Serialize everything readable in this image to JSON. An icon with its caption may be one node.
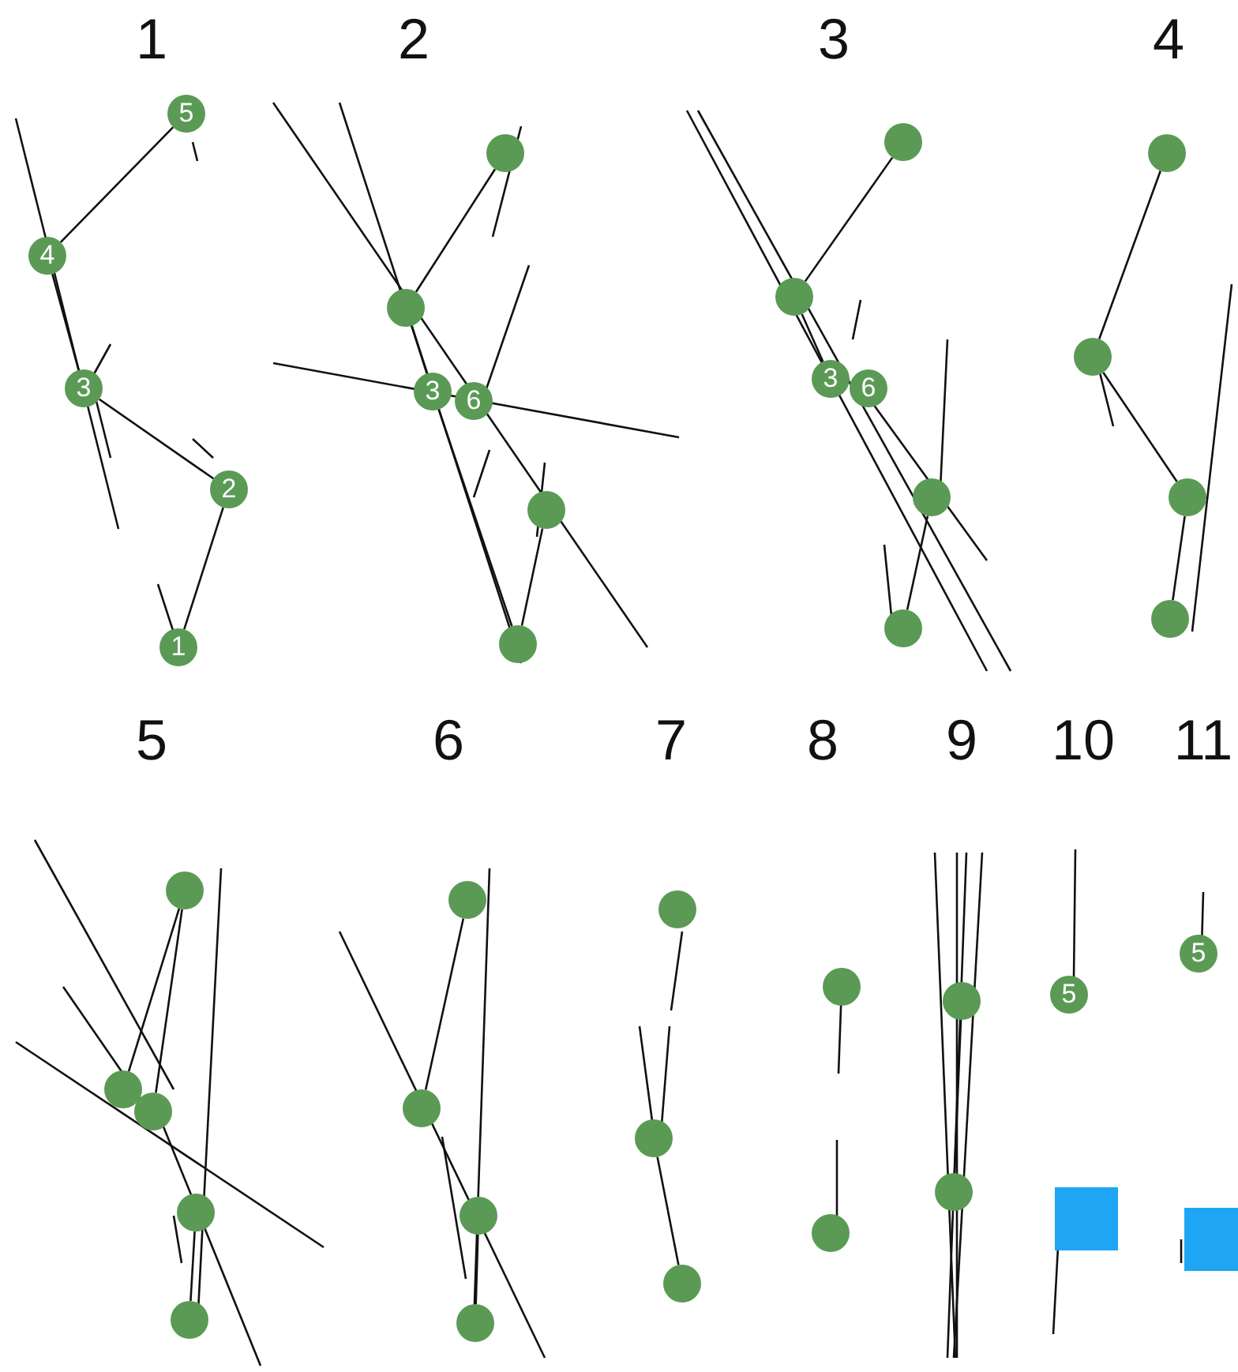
{
  "diagram": {
    "nodes": [
      {
        "text": [
          "5"
        ]
      },
      {
        "text": [
          "4"
        ]
      },
      {
        "text": [
          "3"
        ]
      },
      {
        "text": [
          "2"
        ]
      },
      {
        "text": [
          "1"
        ]
      },
      {
        "text": [],
        "shape": "circle"
      },
      {
        "text": [],
        "shape": "circle"
      },
      {
        "text": [
          "3"
        ]
      },
      {
        "text": [
          "6"
        ]
      },
      {
        "text": [],
        "shape": "circle"
      },
      {
        "text": [],
        "shape": "circle"
      },
      {
        "text": [],
        "shape": "circle"
      },
      {
        "text": [],
        "shape": "circle"
      },
      {
        "text": [
          "3"
        ]
      },
      {
        "text": [
          "6"
        ]
      },
      {
        "text": [],
        "shape": "circle"
      },
      {
        "text": [],
        "shape": "circle"
      },
      {
        "text": [],
        "shape": "circle"
      },
      {
        "text": [],
        "shape": "circle"
      },
      {
        "text": [],
        "shape": "circle"
      },
      {
        "text": [],
        "shape": "circle"
      },
      {
        "text": [],
        "shape": "circle"
      },
      {
        "text": [],
        "shape": "circle"
      },
      {
        "text": [],
        "shape": "circle"
      },
      {
        "text": [],
        "shape": "circle"
      },
      {
        "text": [],
        "shape": "circle"
      },
      {
        "text": [],
        "shape": "circle"
      },
      {
        "text": [],
        "shape": "circle"
      },
      {
        "text": [],
        "shape": "circle"
      },
      {
        "text": [],
        "shape": "circle"
      },
      {
        "text": [],
        "shape": "circle"
      },
      {
        "text": [],
        "shape": "circle"
      },
      {
        "text": [],
        "shape": "circle"
      },
      {
        "text": [],
        "shape": "circle"
      },
      {
        "text": [],
        "shape": "circle"
      },
      {
        "text": [],
        "shape": "circle"
      },
      {
        "text": [],
        "shape": "circle"
      },
      {
        "text": [
          "5"
        ]
      },
      {
        "text": [],
        "shape": "box"
      },
      {
        "text": [
          "5"
        ]
      },
      {
        "text": [],
        "shape": "box"
      }
    ],
    "edges": [
      {
        "from": 0,
        "to": 1,
        "arrow": "none"
      },
      {
        "from": 1,
        "to": 2,
        "arrow": "none"
      },
      {
        "from": 2,
        "to": 3,
        "arrow": "none"
      },
      {
        "from": 3,
        "to": 4,
        "arrow": "none"
      },
      {
        "from": 5,
        "to": 6,
        "arrow": "none"
      },
      {
        "from": 6,
        "to": 7,
        "arrow": "none"
      },
      {
        "from": 7,
        "to": 10,
        "arrow": "none"
      },
      {
        "from": 10,
        "to": 9,
        "arrow": "none"
      },
      {
        "from": 11,
        "to": 12,
        "arrow": "none"
      },
      {
        "from": 12,
        "to": 13,
        "arrow": "none"
      },
      {
        "from": 16,
        "to": 15,
        "arrow": "none"
      },
      {
        "from": 17,
        "to": 18,
        "arrow": "none"
      },
      {
        "from": 18,
        "to": 19,
        "arrow": "none"
      },
      {
        "from": 20,
        "to": 19,
        "arrow": "none"
      },
      {
        "from": 21,
        "to": 22,
        "arrow": "none"
      },
      {
        "from": 21,
        "to": 23,
        "arrow": "none"
      },
      {
        "from": 25,
        "to": 24,
        "arrow": "none"
      },
      {
        "from": 26,
        "to": 27,
        "arrow": "none"
      },
      {
        "from": 29,
        "to": 28,
        "arrow": "none"
      },
      {
        "from": 31,
        "to": 32,
        "arrow": "none"
      },
      {
        "from": 35,
        "to": 36,
        "arrow": "none"
      }
    ],
    "labels": [
      "1",
      "2",
      "3",
      "4",
      "5",
      "6",
      "7",
      "8",
      "9",
      "10",
      "11"
    ]
  }
}
